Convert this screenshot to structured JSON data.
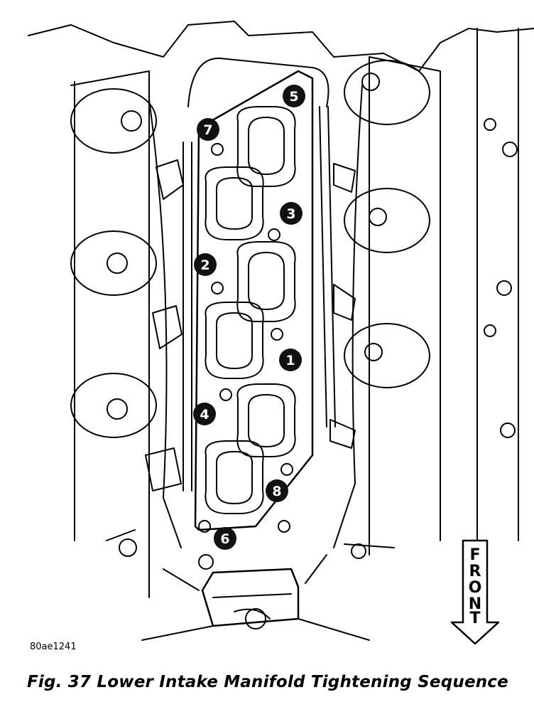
{
  "diagram": {
    "sequence_labels": [
      "1",
      "2",
      "3",
      "4",
      "5",
      "6",
      "7",
      "8"
    ],
    "direction_label": [
      "F",
      "R",
      "O",
      "N",
      "T"
    ],
    "drawing_code": "80ae1241",
    "caption": "Fig. 37 Lower Intake Manifold Tightening Sequence"
  },
  "colors": {
    "ink": "#000000",
    "paper": "#ffffff",
    "badge": "#111111"
  }
}
